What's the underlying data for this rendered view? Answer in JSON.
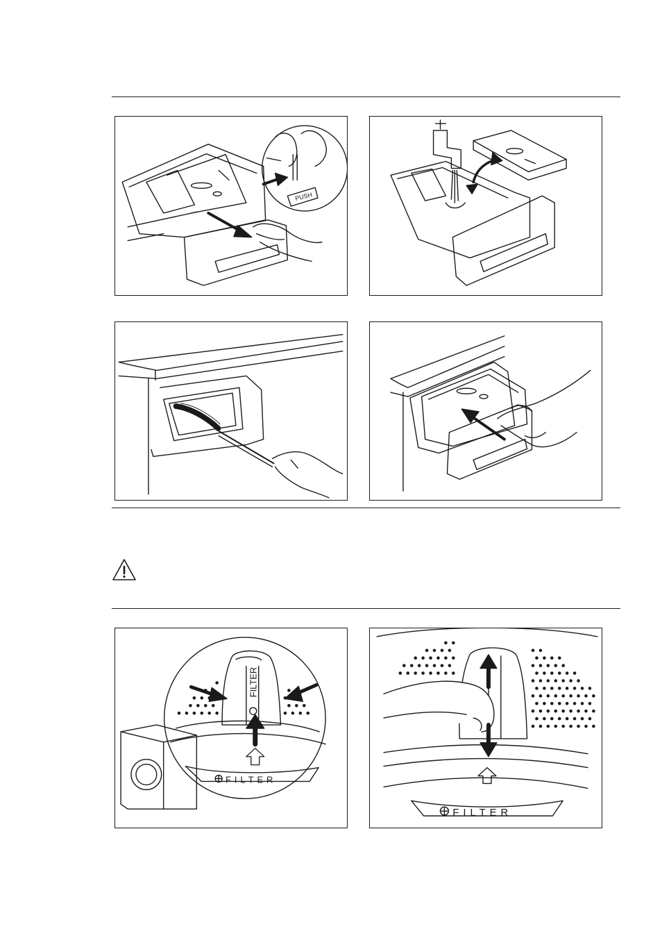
{
  "figures": {
    "push_label": "PUSH",
    "filter_tab_label": "FILTER",
    "filter_label_left": "FILTER",
    "filter_label_right": "FILTER"
  },
  "icons": {
    "warning": "warning-triangle-icon"
  }
}
